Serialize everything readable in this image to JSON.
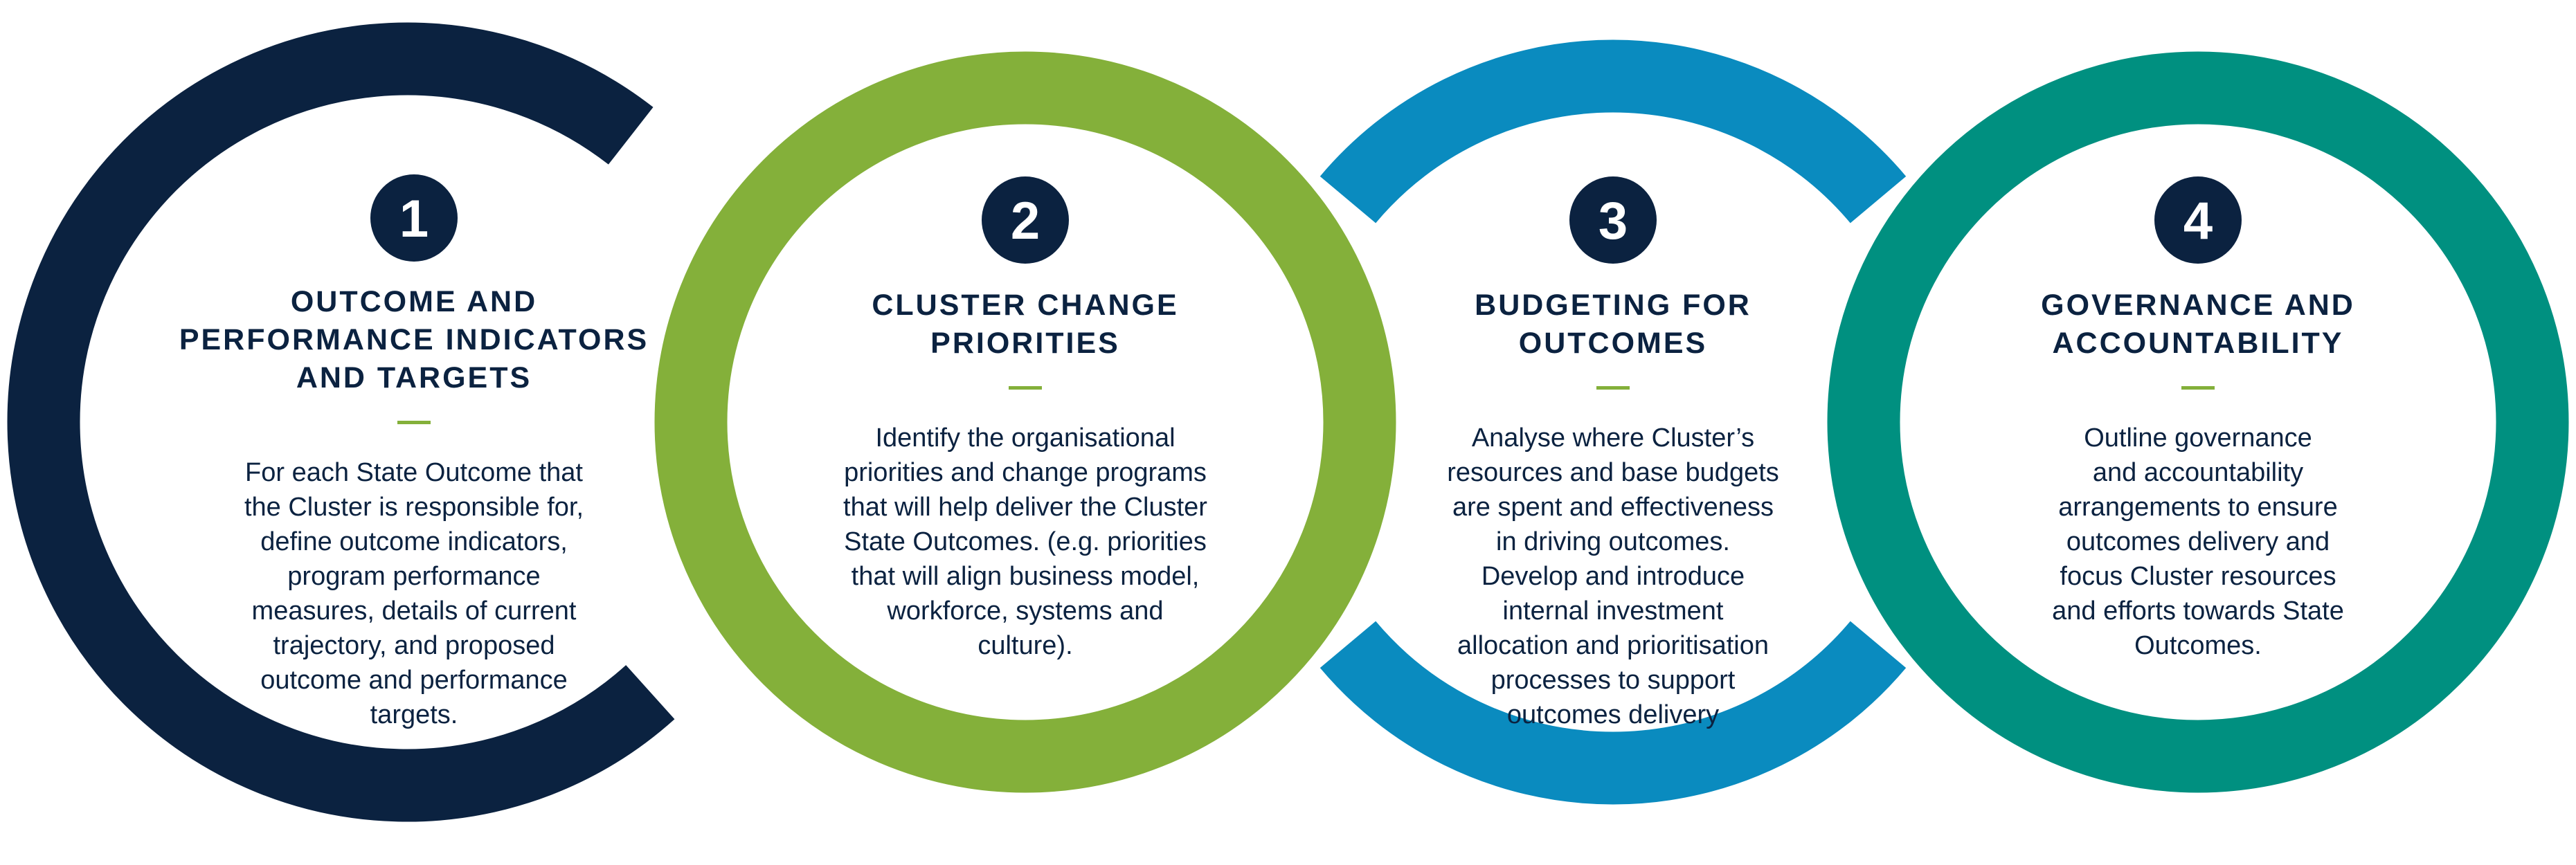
{
  "colors": {
    "text": "#0b2240",
    "accent_dash": "#84b03a",
    "badge": "#0b2240",
    "ring_1": "#0b2240",
    "ring_2": "#84b03a",
    "ring_3": "#0a8bbf",
    "ring_4": "#009080"
  },
  "steps": [
    {
      "number": "1",
      "title_lines": [
        "OUTCOME AND",
        "PERFORMANCE INDICATORS",
        "AND TARGETS"
      ],
      "body_lines": [
        "For each State Outcome that",
        "the Cluster is responsible for,",
        "define outcome indicators,",
        "program performance",
        "measures, details of current",
        "trajectory, and proposed",
        "outcome and performance",
        "targets."
      ]
    },
    {
      "number": "2",
      "title_lines": [
        "CLUSTER CHANGE",
        "PRIORITIES"
      ],
      "body_lines": [
        "Identify the organisational",
        "priorities and change programs",
        "that will help deliver the Cluster",
        "State Outcomes. (e.g. priorities",
        "that will align business model,",
        "workforce, systems and",
        "culture)."
      ]
    },
    {
      "number": "3",
      "title_lines": [
        "BUDGETING FOR",
        "OUTCOMES"
      ],
      "body_lines": [
        "Analyse where Cluster’s",
        "resources and base budgets",
        "are spent and effectiveness",
        "in driving outcomes.",
        "Develop and introduce",
        "internal investment",
        "allocation and prioritisation",
        "processes to support",
        "outcomes delivery"
      ]
    },
    {
      "number": "4",
      "title_lines": [
        "GOVERNANCE AND",
        "ACCOUNTABILITY"
      ],
      "body_lines": [
        "Outline governance",
        "and accountability",
        "arrangements to ensure",
        "outcomes delivery and",
        "focus Cluster resources",
        "and efforts towards State",
        "Outcomes."
      ]
    }
  ]
}
